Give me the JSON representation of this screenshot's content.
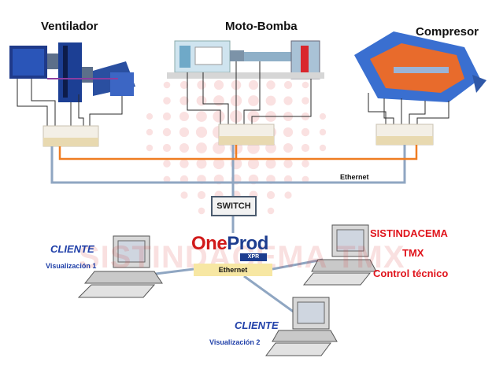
{
  "equipment": {
    "ventilador": "Ventilador",
    "motobomba": "Moto-Bomba",
    "compresor": "Compresor"
  },
  "network": {
    "ethernet_right": "Ethernet",
    "switch": "SWITCH",
    "ethernet_center": "Ethernet"
  },
  "brand": {
    "one": "One",
    "prod": "Prod",
    "xpr": "XPR"
  },
  "clients": {
    "client1_title": "CLIENTE",
    "client1_sub": "Visualización 1",
    "client2_title": "CLIENTE",
    "client2_sub": "Visualización 2"
  },
  "server_labels": [
    "SISTINDACEMA",
    "TMX",
    "Control técnico"
  ],
  "watermark": "SISTINDACEMA TMX",
  "colors": {
    "cable_blue": "#8fa6c2",
    "ethernet_orange": "#ef7d22",
    "title_red": "#e0141c",
    "client_blue": "#1f3fa8"
  }
}
